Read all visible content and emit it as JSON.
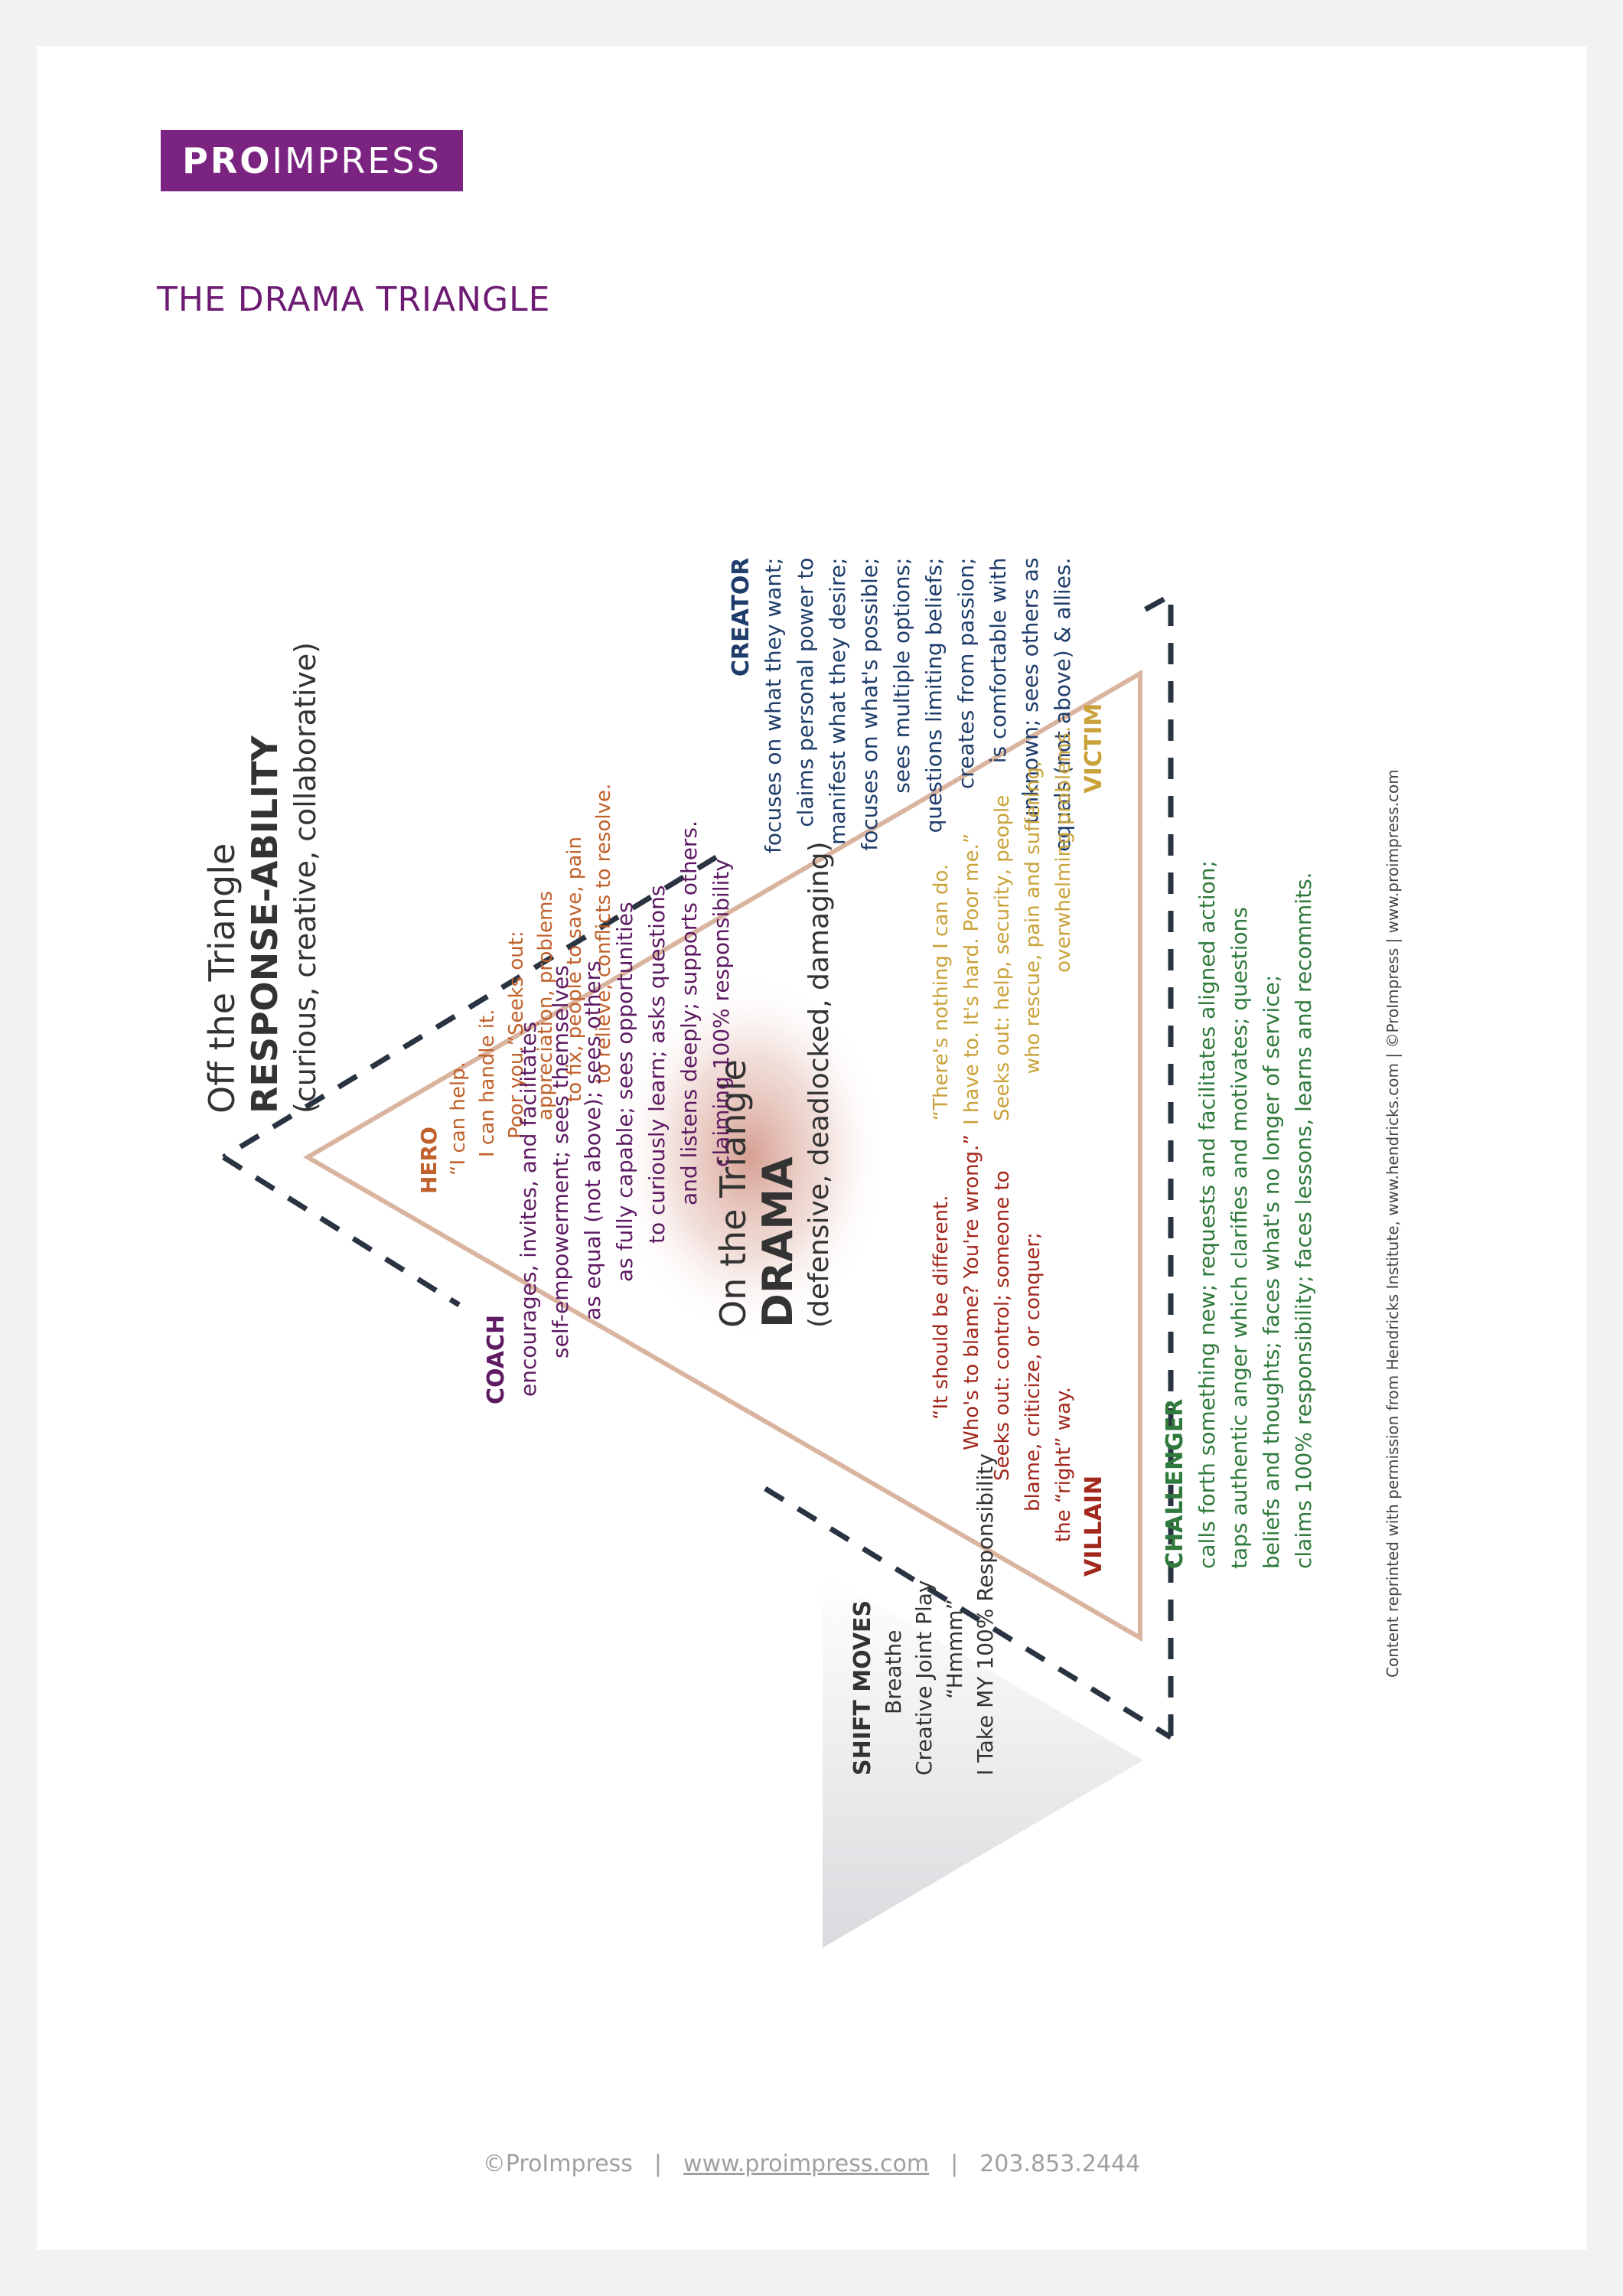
{
  "brand": {
    "bold": "PRO",
    "light": "IMPRESS",
    "color": "#7b2380"
  },
  "title": "THE DRAMA TRIANGLE",
  "off_triangle": {
    "line1": "Off the Triangle",
    "line2": "RESPONSE-ABILITY",
    "line3": "(curious, creative, collaborative)"
  },
  "on_triangle": {
    "line1": "On the Triangle",
    "line2": "DRAMA",
    "line3": "(defensive, deadlocked, damaging)"
  },
  "creator": {
    "label": "CREATOR",
    "color": "#1f3d6b",
    "lines": [
      "focuses on what they want;",
      "claims personal power to",
      "manifest what they desire;",
      "focuses on what's possible;",
      "sees multiple options;",
      "questions limiting beliefs;",
      "creates from passion;",
      "is comfortable with",
      "unknown; sees others as",
      "equals (not above) & allies."
    ]
  },
  "hero": {
    "label": "HERO",
    "color": "#c0602a",
    "lines": [
      "“I can help.",
      "I can handle it.",
      "Poor you.”Seeks out:",
      "appreciation, problems",
      "to fix, people to save, pain",
      "to relieve, conflicts to resolve."
    ]
  },
  "victim": {
    "label": "VICTIM",
    "color": "#c9a23a",
    "lines": [
      "“There's nothing I can do.",
      "I have to. It's hard. Poor me.”",
      "Seeks out: help, security, people",
      "who rescue, pain and suffering,",
      "overwhelming problems."
    ]
  },
  "villain": {
    "label": "VILLAIN",
    "color": "#a2271c",
    "lines": [
      "“It should be different.",
      "Who's to blame? You're wrong.”",
      "Seeks out: control; someone to",
      "blame, criticize, or conquer;",
      "the “right” way."
    ]
  },
  "coach": {
    "label": "COACH",
    "color": "#5e1a63",
    "lines": [
      "encourages, invites, and facilitates",
      "self-empowerment; sees themselves",
      "as equal (not above); sees others",
      "as fully capable; sees opportunities",
      "to curiously learn; asks questions",
      "and listens deeply; supports others.",
      "claiming 100%  responsibility"
    ]
  },
  "challenger": {
    "label": "CHALLENGER",
    "color": "#2f7a3c",
    "lines": [
      "calls forth something new; requests and facilitates aligned action;",
      "taps authentic anger which clarifies and motivates; questions",
      "beliefs and thoughts; faces what's no longer of service;",
      "claims 100% responsibility; faces lessons, learns and recommits."
    ]
  },
  "shift_moves": {
    "label": "SHIFT MOVES",
    "lines": [
      "Breathe",
      "Creative Joint Play",
      "“Hmmm”",
      "I Take MY 100% Responsibility"
    ]
  },
  "credit": "Content reprinted with permission from Hendricks Institute, www.hendricks.com  |  ©ProImpress  |  www.proimpress.com",
  "footer": {
    "copyright": "©ProImpress",
    "website": "www.proimpress.com",
    "phone": "203.853.2444",
    "separator": "|"
  }
}
